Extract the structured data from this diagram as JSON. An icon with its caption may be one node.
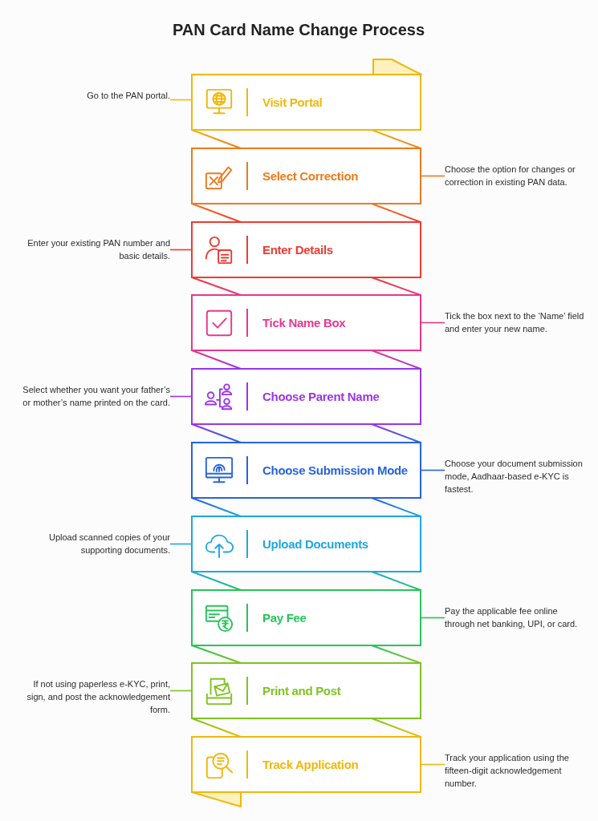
{
  "diagram": {
    "title": "PAN Card Name Change Process",
    "nodes": [
      {
        "text": [
          "Go to the PAN portal."
        ]
      },
      {
        "text": [
          "Visit Portal"
        ]
      },
      {
        "text": [
          "Select Correction"
        ]
      },
      {
        "text": [
          "Choose the option for changes or correction in existing PAN data."
        ]
      },
      {
        "text": [
          "Enter your existing PAN number and basic details."
        ]
      },
      {
        "text": [
          "Enter Details"
        ]
      },
      {
        "text": [
          "Tick Name Box"
        ]
      },
      {
        "text": [
          "Tick the box next to the ‘Name’ field and enter your new name."
        ]
      },
      {
        "text": [
          "Select whether you want your father’s or mother’s name printed on the card."
        ]
      },
      {
        "text": [
          "Choose Parent Name"
        ]
      },
      {
        "text": [
          "Choose Submission Mode"
        ]
      },
      {
        "text": [
          "Choose your document submission mode, Aadhaar-based e-KYC is fastest."
        ]
      },
      {
        "text": [
          "Upload scanned copies of your supporting documents."
        ]
      },
      {
        "text": [
          "Upload Documents"
        ]
      },
      {
        "text": [
          "Pay Fee"
        ]
      },
      {
        "text": [
          "Pay the applicable fee online through net banking, UPI, or card."
        ]
      },
      {
        "text": [
          "If not using paperless e-KYC, print, sign, and post the acknowledgement form."
        ]
      },
      {
        "text": [
          "Print and Post"
        ]
      },
      {
        "text": [
          "Track Application"
        ]
      },
      {
        "text": [
          "Track your application using the fifteen-digit acknowledgement number."
        ]
      }
    ],
    "edges": [
      {
        "from": 0,
        "to": 1,
        "arrow": "none",
        "color": "#efb80c"
      },
      {
        "from": 3,
        "to": 2,
        "arrow": "none",
        "color": "#ec7a1c"
      },
      {
        "from": 4,
        "to": 5,
        "arrow": "none",
        "color": "#ee3b33"
      },
      {
        "from": 7,
        "to": 6,
        "arrow": "none",
        "color": "#e8378b"
      },
      {
        "from": 8,
        "to": 9,
        "arrow": "none",
        "color": "#9a35e6"
      },
      {
        "from": 11,
        "to": 10,
        "arrow": "none",
        "color": "#2563e0"
      },
      {
        "from": 12,
        "to": 13,
        "arrow": "none",
        "color": "#1ea7e1"
      },
      {
        "from": 15,
        "to": 14,
        "arrow": "none",
        "color": "#25c45a"
      },
      {
        "from": 16,
        "to": 17,
        "arrow": "none",
        "color": "#7ec321"
      },
      {
        "from": 19,
        "to": 18,
        "arrow": "none",
        "color": "#efb80c"
      },
      {
        "from": 1,
        "to": 2,
        "arrow": "none",
        "color": "#ec7a1c"
      },
      {
        "from": 2,
        "to": 5,
        "arrow": "none",
        "color": "#ee3b33"
      },
      {
        "from": 5,
        "to": 6,
        "arrow": "none",
        "color": "#e8378b"
      },
      {
        "from": 6,
        "to": 9,
        "arrow": "none",
        "color": "#9a35e6"
      },
      {
        "from": 9,
        "to": 10,
        "arrow": "none",
        "color": "#2563e0"
      },
      {
        "from": 10,
        "to": 13,
        "arrow": "none",
        "color": "#1ea7e1"
      },
      {
        "from": 13,
        "to": 14,
        "arrow": "none",
        "color": "#25c45a"
      },
      {
        "from": 14,
        "to": 17,
        "arrow": "none",
        "color": "#7ec321"
      },
      {
        "from": 17,
        "to": 18,
        "arrow": "none",
        "color": "#efb80c"
      }
    ]
  }
}
